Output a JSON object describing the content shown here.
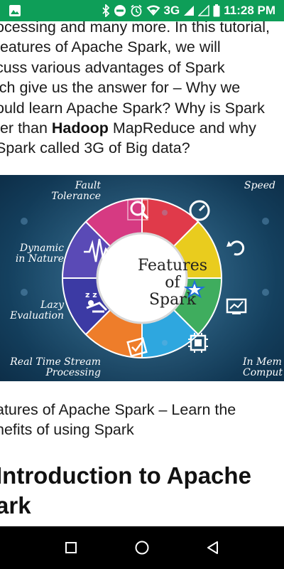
{
  "status_bar": {
    "network": "3G",
    "time": "11:28 PM",
    "icons": [
      "image-notification-icon",
      "bluetooth-icon",
      "do-not-disturb-icon",
      "alarm-icon",
      "wifi-icon",
      "signal-icon",
      "signal-empty-icon",
      "battery-icon"
    ],
    "color": "#0e9e58"
  },
  "article": {
    "paragraph_lines": [
      "ocessing and many more. In this tutorial,",
      "features of Apache Spark, we will",
      "cuss various advantages of Spark",
      "ich give us the answer for – Why we",
      "ould learn Apache Spark? Why is Spark",
      "ter than "
    ],
    "line6_bold": "Hadoop",
    "line6_tail": " MapReduce and why",
    "line7": "Spark called 3G of Big data?",
    "caption_lines": [
      "atures of Apache Spark – Learn the",
      "nefits of using Spark"
    ],
    "heading_lines": [
      " Introduction to Apache",
      "ark"
    ]
  },
  "hero_image": {
    "center_text": [
      "Features",
      "of",
      "Spark"
    ],
    "labels": {
      "fault_tolerance": [
        "Fault",
        "Tolerance"
      ],
      "speed": "Speed",
      "dynamic_in_nature": [
        "Dynamic",
        "in Nature"
      ],
      "lazy_evaluation": [
        "Lazy",
        "Evaluation"
      ],
      "real_time_stream": [
        "Real Time Stream",
        "Processing"
      ],
      "in_memory": [
        "In Mem",
        "Comput"
      ]
    },
    "segment_colors": [
      "#d63a82",
      "#e03a4a",
      "#e9cc1e",
      "#3fad5e",
      "#2ea7df",
      "#ee7d2a",
      "#3c3aa4",
      "#5a4ab6"
    ]
  },
  "nav_bar": {
    "buttons": [
      "recent-apps-icon",
      "home-icon",
      "back-icon"
    ]
  }
}
